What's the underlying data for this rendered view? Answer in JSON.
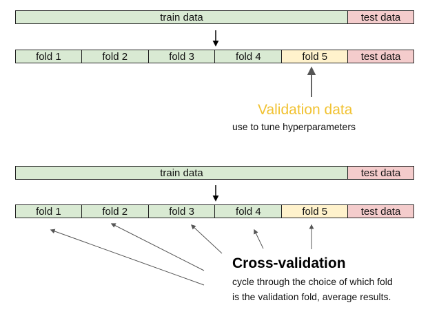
{
  "top_section": {
    "split_row": {
      "train": "train data",
      "test": "test data"
    },
    "folds_row": {
      "folds": [
        "fold 1",
        "fold 2",
        "fold 3",
        "fold 4",
        "fold 5"
      ],
      "test": "test data"
    },
    "validation_title": "Validation data",
    "validation_subtitle": "use to tune hyperparameters"
  },
  "bottom_section": {
    "split_row": {
      "train": "train data",
      "test": "test data"
    },
    "folds_row": {
      "folds": [
        "fold 1",
        "fold 2",
        "fold 3",
        "fold 4",
        "fold 5"
      ],
      "test": "test data"
    },
    "cv_title": "Cross-validation",
    "cv_line1": "cycle through the choice of which fold",
    "cv_line2": "is the validation fold, average results."
  },
  "colors": {
    "train": "#d9ead3",
    "validation_fold": "#fff2cc",
    "test": "#f4cccc",
    "validation_title": "#f1c232"
  }
}
